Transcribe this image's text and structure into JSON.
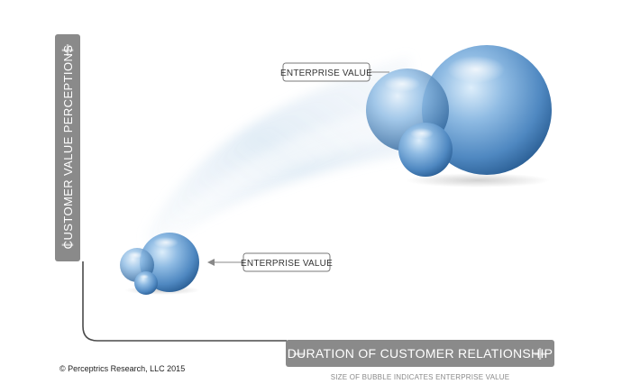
{
  "axes": {
    "y_label": "CUSTOMER VALUE PERCEPTIONS",
    "x_label": "DURATION OF CUSTOMER RELATIONSHIP",
    "plus_sign": "+",
    "minus_sign": "−"
  },
  "callouts": {
    "large_group_label": "ENTERPRISE VALUE",
    "small_group_label": "ENTERPRISE VALUE"
  },
  "caption": "SIZE OF BUBBLE INDICATES ENTERPRISE VALUE",
  "copyright": "© Perceptrics Research, LLC 2015",
  "colors": {
    "axis_bar": "#8a8a8a",
    "axis_line": "#4a4a4a",
    "bubble_light": "#c8e0f4",
    "bubble_mid": "#6ea6d6",
    "bubble_dark": "#2a5e94",
    "trail": "#d4e4f2"
  }
}
